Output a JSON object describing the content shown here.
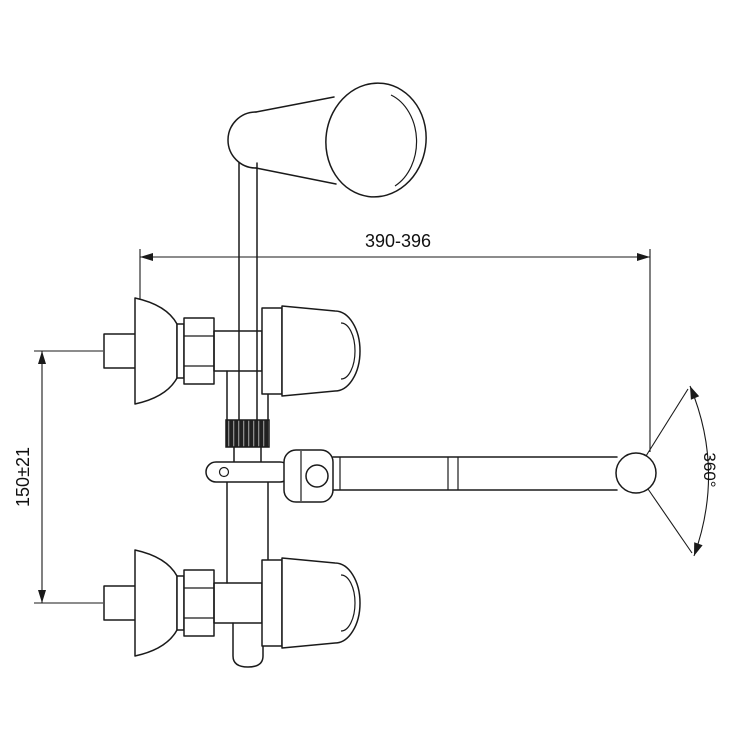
{
  "labels": {
    "width": "390-396",
    "height": "150±21",
    "rotation": "360°"
  },
  "colors": {
    "line": "#1a1a1a",
    "background": "#ffffff",
    "knurl_dark": "#202020"
  },
  "diagram": {
    "type": "technical-drawing",
    "subject": "wall-mounted two-handle mixer faucet with swivel spout, front view with dimensions"
  }
}
